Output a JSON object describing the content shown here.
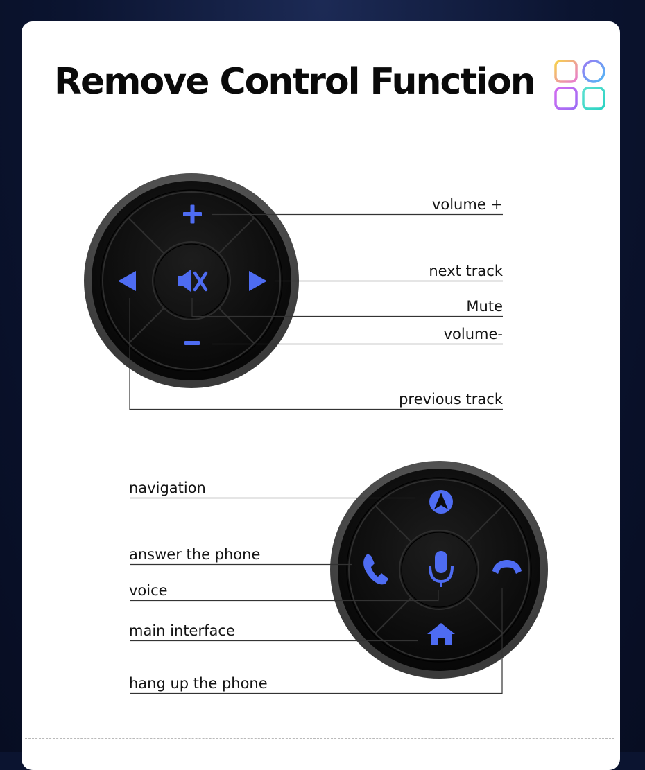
{
  "title": "Remove Control Function",
  "colors": {
    "accent": "#4e6cf2",
    "button_body": "#121212",
    "rim": "#555555",
    "background": "#0b1430",
    "card": "#ffffff"
  },
  "media_remote": {
    "labels": {
      "volume_up": "volume +",
      "next_track": "next track",
      "mute": "Mute",
      "volume_down": "volume-",
      "previous_track": "previous track"
    },
    "icons": [
      "plus-icon",
      "play-right-icon",
      "mute-speaker-icon",
      "minus-icon",
      "play-left-icon"
    ]
  },
  "phone_remote": {
    "labels": {
      "navigation": "navigation",
      "answer_phone": "answer the phone",
      "voice": "voice",
      "main_interface": "main interface",
      "hang_up_phone": "hang up the phone"
    },
    "icons": [
      "navigation-arrow-icon",
      "phone-answer-icon",
      "microphone-icon",
      "home-icon",
      "phone-hangup-icon"
    ]
  }
}
